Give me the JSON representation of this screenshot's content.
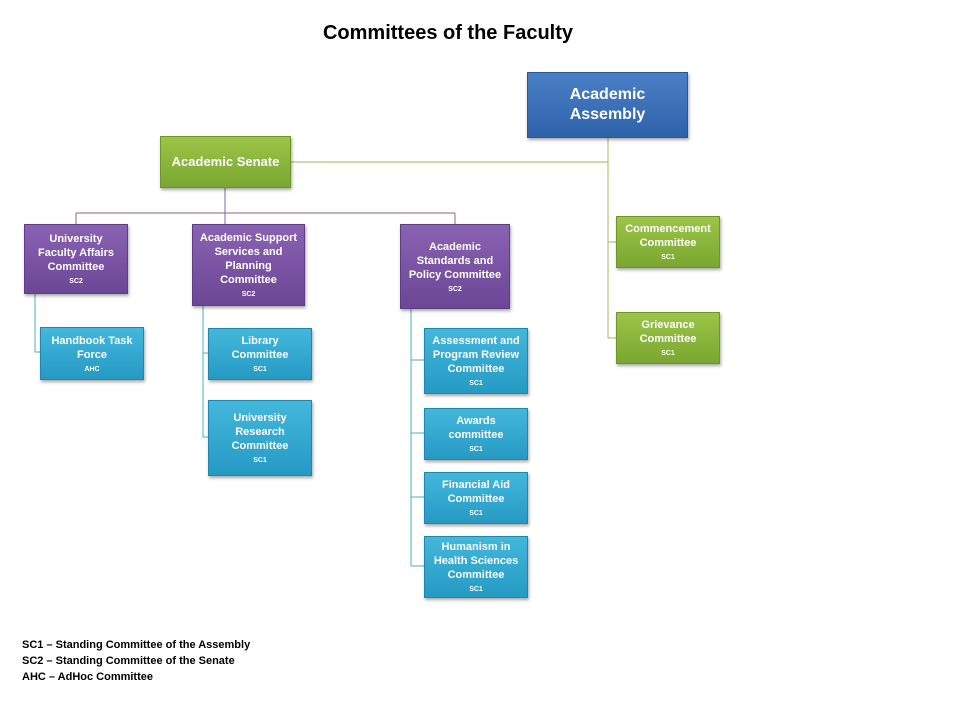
{
  "title": "Committees of the Faculty",
  "nodes": {
    "assembly": {
      "name": "Academic Assembly"
    },
    "senate": {
      "name": "Academic Senate"
    },
    "ufac": {
      "name": "University Faculty Affairs Committee",
      "code": "SC2"
    },
    "handbook": {
      "name": "Handbook Task Force",
      "code": "AHC"
    },
    "asspc": {
      "name": "Academic Support Services and Planning Committee",
      "code": "SC2"
    },
    "library": {
      "name": "Library Committee",
      "code": "SC1"
    },
    "research": {
      "name": "University Research Committee",
      "code": "SC1"
    },
    "asp": {
      "name": "Academic Standards and Policy Committee",
      "code": "SC2"
    },
    "assessment": {
      "name": "Assessment and Program Review Committee",
      "code": "SC1"
    },
    "awards": {
      "name": "Awards committee",
      "code": "SC1"
    },
    "finaid": {
      "name": "Financial Aid Committee",
      "code": "SC1"
    },
    "humanism": {
      "name": "Humanism in Health Sciences Committee",
      "code": "SC1"
    },
    "commencement": {
      "name": "Commencement Committee",
      "code": "SC1"
    },
    "grievance": {
      "name": "Grievance Committee",
      "code": "SC1"
    }
  },
  "legend": [
    "SC1 – Standing Committee of the Assembly",
    "SC2 – Standing Committee of the Senate",
    "AHC – AdHoc Committee"
  ],
  "colors": {
    "assembly": "#3a70b9",
    "green": "#8bb63b",
    "purple": "#7a55a5",
    "cyan": "#33a9d0",
    "connector_green": "#9bbb59",
    "connector_purple": "#8064a2",
    "connector_cyan": "#4bacc6"
  }
}
